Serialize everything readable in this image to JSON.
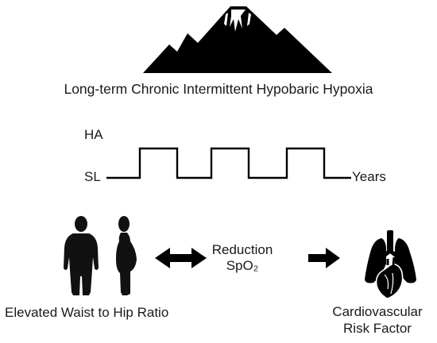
{
  "title": "Long-term Chronic Intermittent Hypobaric Hypoxia",
  "waveform": {
    "high_label": "HA",
    "low_label": "SL",
    "axis_label": "Years"
  },
  "center": {
    "line1": "Reduction",
    "line2": "SpO₂"
  },
  "left_caption": "Elevated Waist to Hip Ratio",
  "right_caption": {
    "line1": "Cardiovascular",
    "line2": "Risk Factor"
  },
  "colors": {
    "ink": "#000000",
    "text": "#1a1a1a",
    "background": "#ffffff",
    "heart_stroke": "#ffffff"
  },
  "icons": [
    "mountain-icon",
    "front-body-silhouette-icon",
    "side-body-silhouette-icon",
    "double-arrow-icon",
    "right-arrow-icon",
    "lungs-heart-icon"
  ]
}
